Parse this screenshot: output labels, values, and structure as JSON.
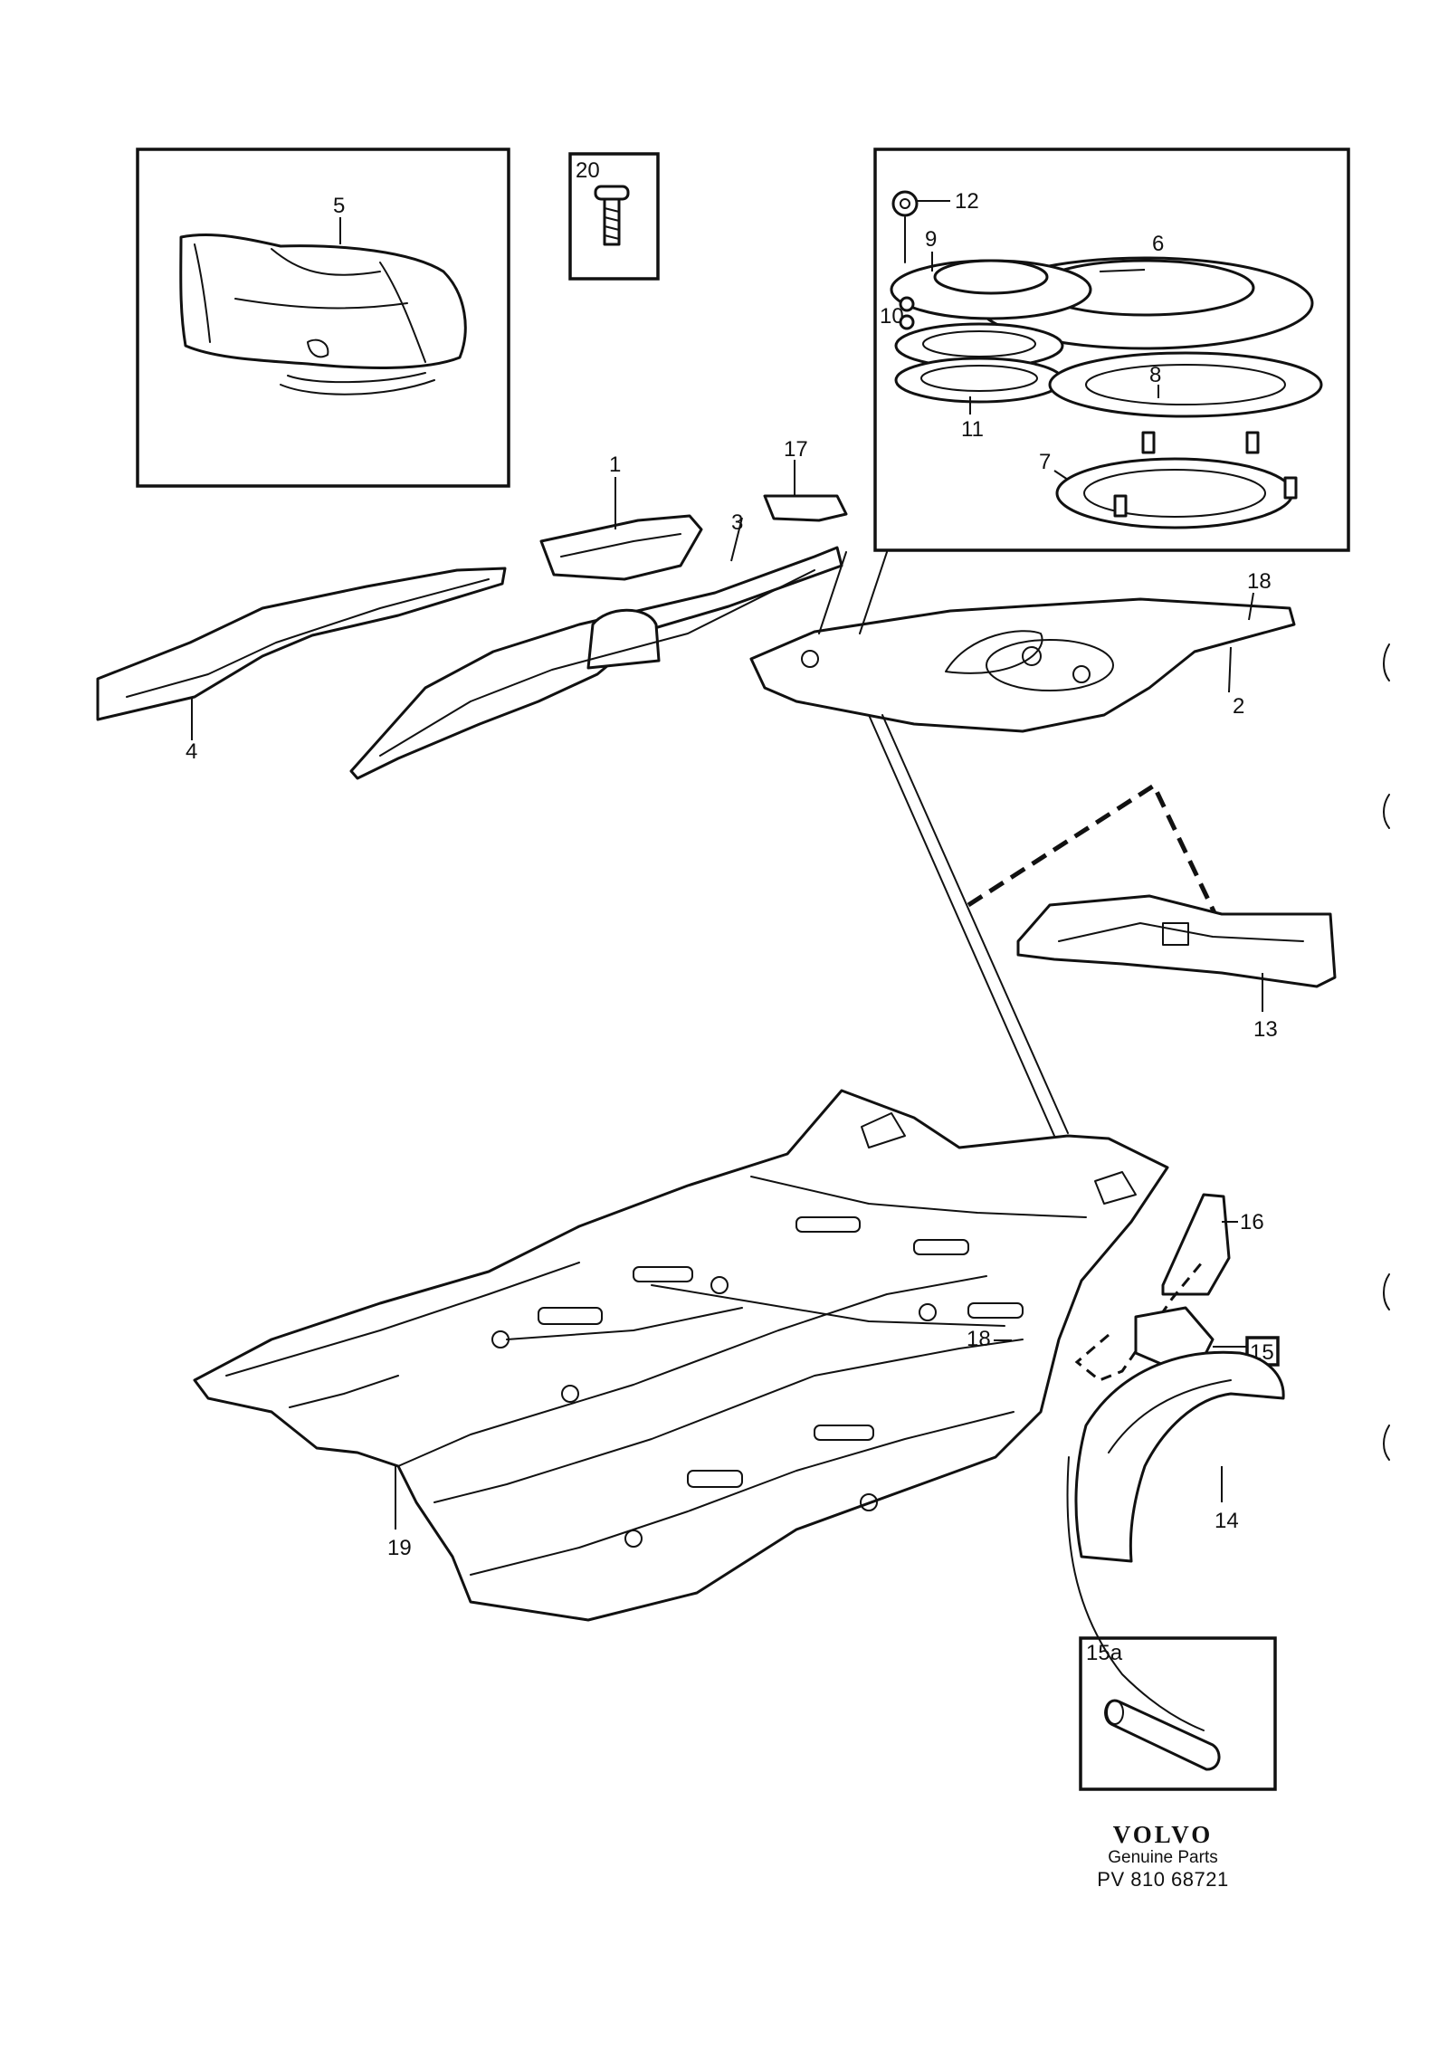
{
  "callouts": {
    "c1": "1",
    "c2": "2",
    "c3": "3",
    "c4": "4",
    "c5": "5",
    "c6": "6",
    "c7": "7",
    "c8": "8",
    "c9": "9",
    "c10": "10",
    "c11": "11",
    "c12": "12",
    "c13": "13",
    "c14": "14",
    "c15": "15",
    "c15a": "15a",
    "c16": "16",
    "c17": "17",
    "c18a": "18",
    "c18b": "18",
    "c19": "19",
    "c20": "20"
  },
  "brand": {
    "logo": "VOLVO",
    "tagline": "Genuine Parts",
    "code": "PV 810 68721"
  }
}
